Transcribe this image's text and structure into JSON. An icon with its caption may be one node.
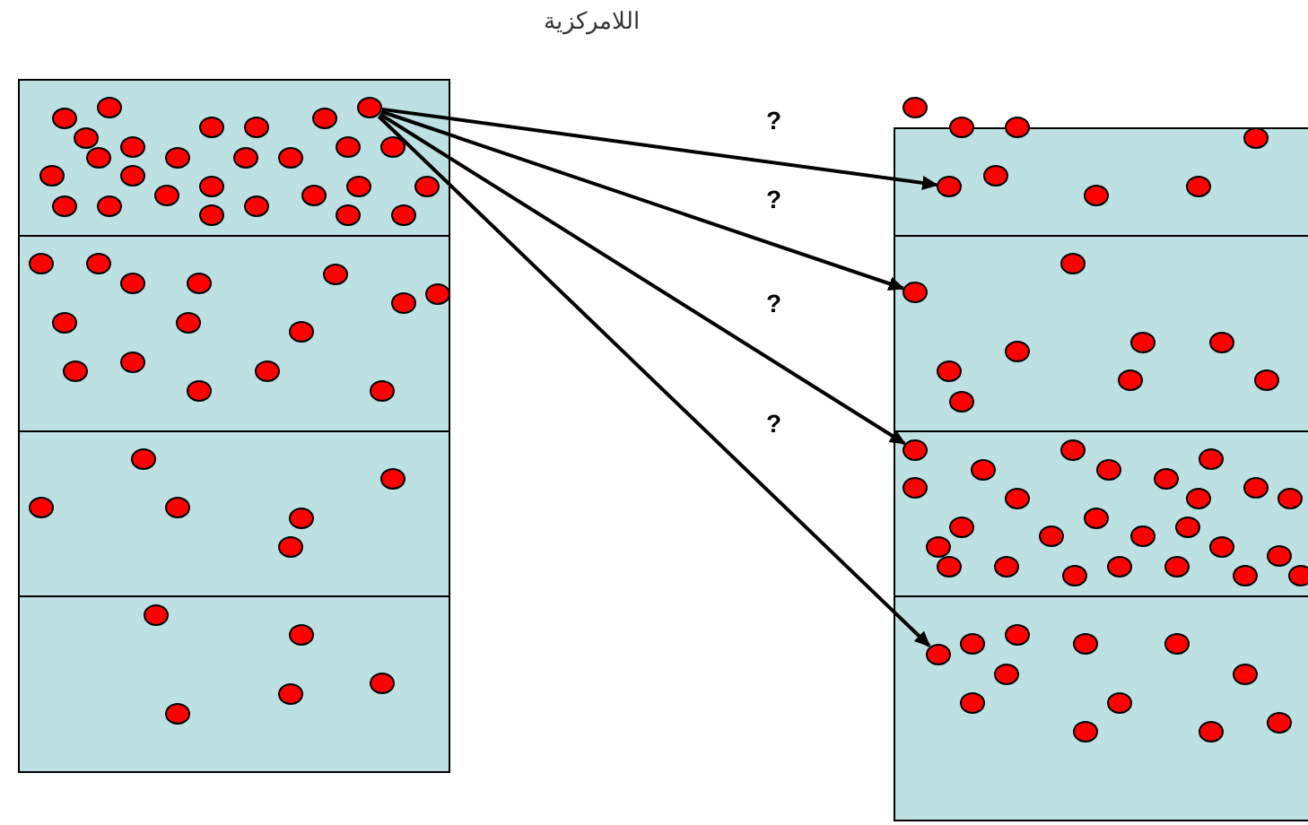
{
  "diagram": {
    "title": "اللامركزية",
    "nodes": [
      {
        "text": [],
        "shape": "box"
      },
      {
        "text": [],
        "shape": "box"
      },
      {
        "text": [],
        "shape": "box"
      },
      {
        "text": [],
        "shape": "box"
      },
      {
        "text": [],
        "shape": "box"
      },
      {
        "text": [],
        "shape": "box"
      },
      {
        "text": [],
        "shape": "box"
      },
      {
        "text": [],
        "shape": "box"
      },
      {
        "text": [],
        "shape": "circle",
        "in": 0
      },
      {
        "text": [],
        "shape": "circle",
        "in": 0
      },
      {
        "text": [],
        "shape": "circle",
        "in": 0
      },
      {
        "text": [],
        "shape": "circle",
        "in": 0
      },
      {
        "text": [],
        "shape": "circle",
        "in": 0
      },
      {
        "text": [],
        "shape": "circle",
        "in": 0
      },
      {
        "text": [],
        "shape": "circle",
        "in": 0
      },
      {
        "text": [],
        "shape": "circle",
        "in": 0
      },
      {
        "text": [],
        "shape": "circle",
        "in": 0
      },
      {
        "text": [],
        "shape": "circle",
        "in": 0
      },
      {
        "text": [],
        "shape": "circle",
        "in": 0
      },
      {
        "text": [],
        "shape": "circle",
        "in": 0
      },
      {
        "text": [],
        "shape": "circle",
        "in": 0
      },
      {
        "text": [],
        "shape": "circle",
        "in": 0
      },
      {
        "text": [],
        "shape": "circle",
        "in": 0
      },
      {
        "text": [],
        "shape": "circle",
        "in": 0
      },
      {
        "text": [],
        "shape": "circle",
        "in": 0
      },
      {
        "text": [],
        "shape": "circle",
        "in": 0
      },
      {
        "text": [],
        "shape": "circle",
        "in": 0
      },
      {
        "text": [],
        "shape": "circle",
        "in": 0
      },
      {
        "text": [],
        "shape": "circle",
        "in": 0
      },
      {
        "text": [],
        "shape": "circle",
        "in": 0
      },
      {
        "text": [],
        "shape": "circle",
        "in": 0
      },
      {
        "text": [],
        "shape": "circle",
        "in": 0
      },
      {
        "text": [],
        "shape": "circle",
        "in": 0
      },
      {
        "text": [],
        "shape": "circle",
        "in": 0
      },
      {
        "text": [],
        "shape": "circle",
        "in": 0
      },
      {
        "text": [],
        "shape": "circle",
        "in": 1
      },
      {
        "text": [],
        "shape": "circle",
        "in": 1
      },
      {
        "text": [],
        "shape": "circle",
        "in": 1
      },
      {
        "text": [],
        "shape": "circle",
        "in": 1
      },
      {
        "text": [],
        "shape": "circle",
        "in": 1
      },
      {
        "text": [],
        "shape": "circle",
        "in": 1
      },
      {
        "text": [],
        "shape": "circle",
        "in": 1
      },
      {
        "text": [],
        "shape": "circle",
        "in": 1
      },
      {
        "text": [],
        "shape": "circle",
        "in": 1
      },
      {
        "text": [],
        "shape": "circle",
        "in": 1
      },
      {
        "text": [],
        "shape": "circle",
        "in": 1
      },
      {
        "text": [],
        "shape": "circle",
        "in": 1
      },
      {
        "text": [],
        "shape": "circle",
        "in": 1
      },
      {
        "text": [],
        "shape": "circle",
        "in": 1
      },
      {
        "text": [],
        "shape": "circle",
        "in": 1
      },
      {
        "text": [],
        "shape": "circle",
        "in": 2
      },
      {
        "text": [],
        "shape": "circle",
        "in": 2
      },
      {
        "text": [],
        "shape": "circle",
        "in": 2
      },
      {
        "text": [],
        "shape": "circle",
        "in": 2
      },
      {
        "text": [],
        "shape": "circle",
        "in": 2
      },
      {
        "text": [],
        "shape": "circle",
        "in": 2
      },
      {
        "text": [],
        "shape": "circle",
        "in": 3
      },
      {
        "text": [],
        "shape": "circle",
        "in": 3
      },
      {
        "text": [],
        "shape": "circle",
        "in": 3
      },
      {
        "text": [],
        "shape": "circle",
        "in": 3
      },
      {
        "text": [],
        "shape": "circle",
        "in": 3
      },
      {
        "text": [],
        "shape": "circle"
      },
      {
        "text": [],
        "shape": "circle"
      },
      {
        "text": [],
        "shape": "circle"
      },
      {
        "text": [],
        "shape": "circle",
        "in": 4
      },
      {
        "text": [],
        "shape": "circle",
        "in": 4
      },
      {
        "text": [],
        "shape": "circle",
        "in": 4
      },
      {
        "text": [],
        "shape": "circle",
        "in": 4
      },
      {
        "text": [],
        "shape": "circle",
        "in": 4
      },
      {
        "text": [],
        "shape": "circle",
        "in": 5
      },
      {
        "text": [],
        "shape": "circle",
        "in": 5
      },
      {
        "text": [],
        "shape": "circle",
        "in": 5
      },
      {
        "text": [],
        "shape": "circle",
        "in": 5
      },
      {
        "text": [],
        "shape": "circle",
        "in": 5
      },
      {
        "text": [],
        "shape": "circle",
        "in": 5
      },
      {
        "text": [],
        "shape": "circle",
        "in": 5
      },
      {
        "text": [],
        "shape": "circle",
        "in": 5
      },
      {
        "text": [],
        "shape": "circle",
        "in": 5
      },
      {
        "text": [],
        "shape": "circle",
        "in": 6
      },
      {
        "text": [],
        "shape": "circle",
        "in": 6
      },
      {
        "text": [],
        "shape": "circle",
        "in": 6
      },
      {
        "text": [],
        "shape": "circle",
        "in": 6
      },
      {
        "text": [],
        "shape": "circle",
        "in": 6
      },
      {
        "text": [],
        "shape": "circle",
        "in": 6
      },
      {
        "text": [],
        "shape": "circle",
        "in": 6
      },
      {
        "text": [],
        "shape": "circle",
        "in": 6
      },
      {
        "text": [],
        "shape": "circle",
        "in": 6
      },
      {
        "text": [],
        "shape": "circle",
        "in": 6
      },
      {
        "text": [],
        "shape": "circle",
        "in": 6
      },
      {
        "text": [],
        "shape": "circle",
        "in": 6
      },
      {
        "text": [],
        "shape": "circle",
        "in": 6
      },
      {
        "text": [],
        "shape": "circle",
        "in": 6
      },
      {
        "text": [],
        "shape": "circle",
        "in": 6
      },
      {
        "text": [],
        "shape": "circle",
        "in": 6
      },
      {
        "text": [],
        "shape": "circle",
        "in": 6
      },
      {
        "text": [],
        "shape": "circle",
        "in": 6
      },
      {
        "text": [],
        "shape": "circle",
        "in": 6
      },
      {
        "text": [],
        "shape": "circle",
        "in": 6
      },
      {
        "text": [],
        "shape": "circle",
        "in": 6
      },
      {
        "text": [],
        "shape": "circle",
        "in": 6
      },
      {
        "text": [],
        "shape": "circle",
        "in": 6
      },
      {
        "text": [],
        "shape": "circle",
        "in": 6
      },
      {
        "text": [],
        "shape": "circle",
        "in": 6
      },
      {
        "text": [],
        "shape": "circle",
        "in": 6
      },
      {
        "text": [],
        "shape": "circle",
        "in": 7
      },
      {
        "text": [],
        "shape": "circle",
        "in": 7
      },
      {
        "text": [],
        "shape": "circle",
        "in": 7
      },
      {
        "text": [],
        "shape": "circle",
        "in": 7
      },
      {
        "text": [],
        "shape": "circle",
        "in": 7
      },
      {
        "text": [],
        "shape": "circle",
        "in": 7
      },
      {
        "text": [],
        "shape": "circle",
        "in": 7
      },
      {
        "text": [],
        "shape": "circle",
        "in": 7
      },
      {
        "text": [],
        "shape": "circle",
        "in": 7
      },
      {
        "text": [],
        "shape": "circle",
        "in": 7
      },
      {
        "text": [],
        "shape": "circle",
        "in": 7
      },
      {
        "text": [],
        "shape": "circle",
        "in": 7
      }
    ],
    "edges": [
      {
        "from": 17,
        "to": 65,
        "arrow": "to",
        "label": "?"
      },
      {
        "from": 17,
        "to": 69,
        "arrow": "to",
        "label": "?"
      },
      {
        "from": 17,
        "to": 78,
        "arrow": "to",
        "label": "?"
      },
      {
        "from": 17,
        "to": 104,
        "arrow": "to",
        "label": "?"
      }
    ]
  }
}
